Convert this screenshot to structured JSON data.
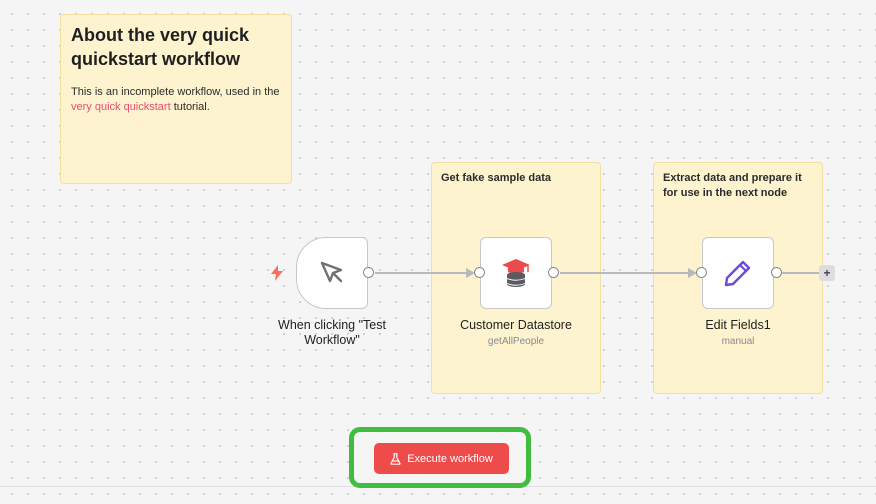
{
  "notes": {
    "about": {
      "title": "About the very quick quickstart workflow",
      "text_before": "This is an incomplete workflow, used in the ",
      "link": "very quick quickstart",
      "text_after": " tutorial."
    },
    "sample": {
      "title": "Get fake sample data"
    },
    "extract": {
      "title": "Extract data and prepare it for use in the next node"
    }
  },
  "nodes": {
    "trigger": {
      "label": "When clicking \"Test Workflow\"",
      "icon": "cursor-click-icon"
    },
    "datastore": {
      "label": "Customer Datastore",
      "subtitle": "getAllPeople",
      "icon": "database-icon"
    },
    "edit": {
      "label": "Edit Fields1",
      "subtitle": "manual",
      "icon": "pen-icon"
    }
  },
  "toolbar": {
    "execute_label": "Execute workflow",
    "add_label": "+"
  },
  "colors": {
    "accent": "#ea4b71",
    "execute": "#ee4b4b",
    "highlight": "#3fbd3f",
    "sticky": "#fdf3cf"
  }
}
